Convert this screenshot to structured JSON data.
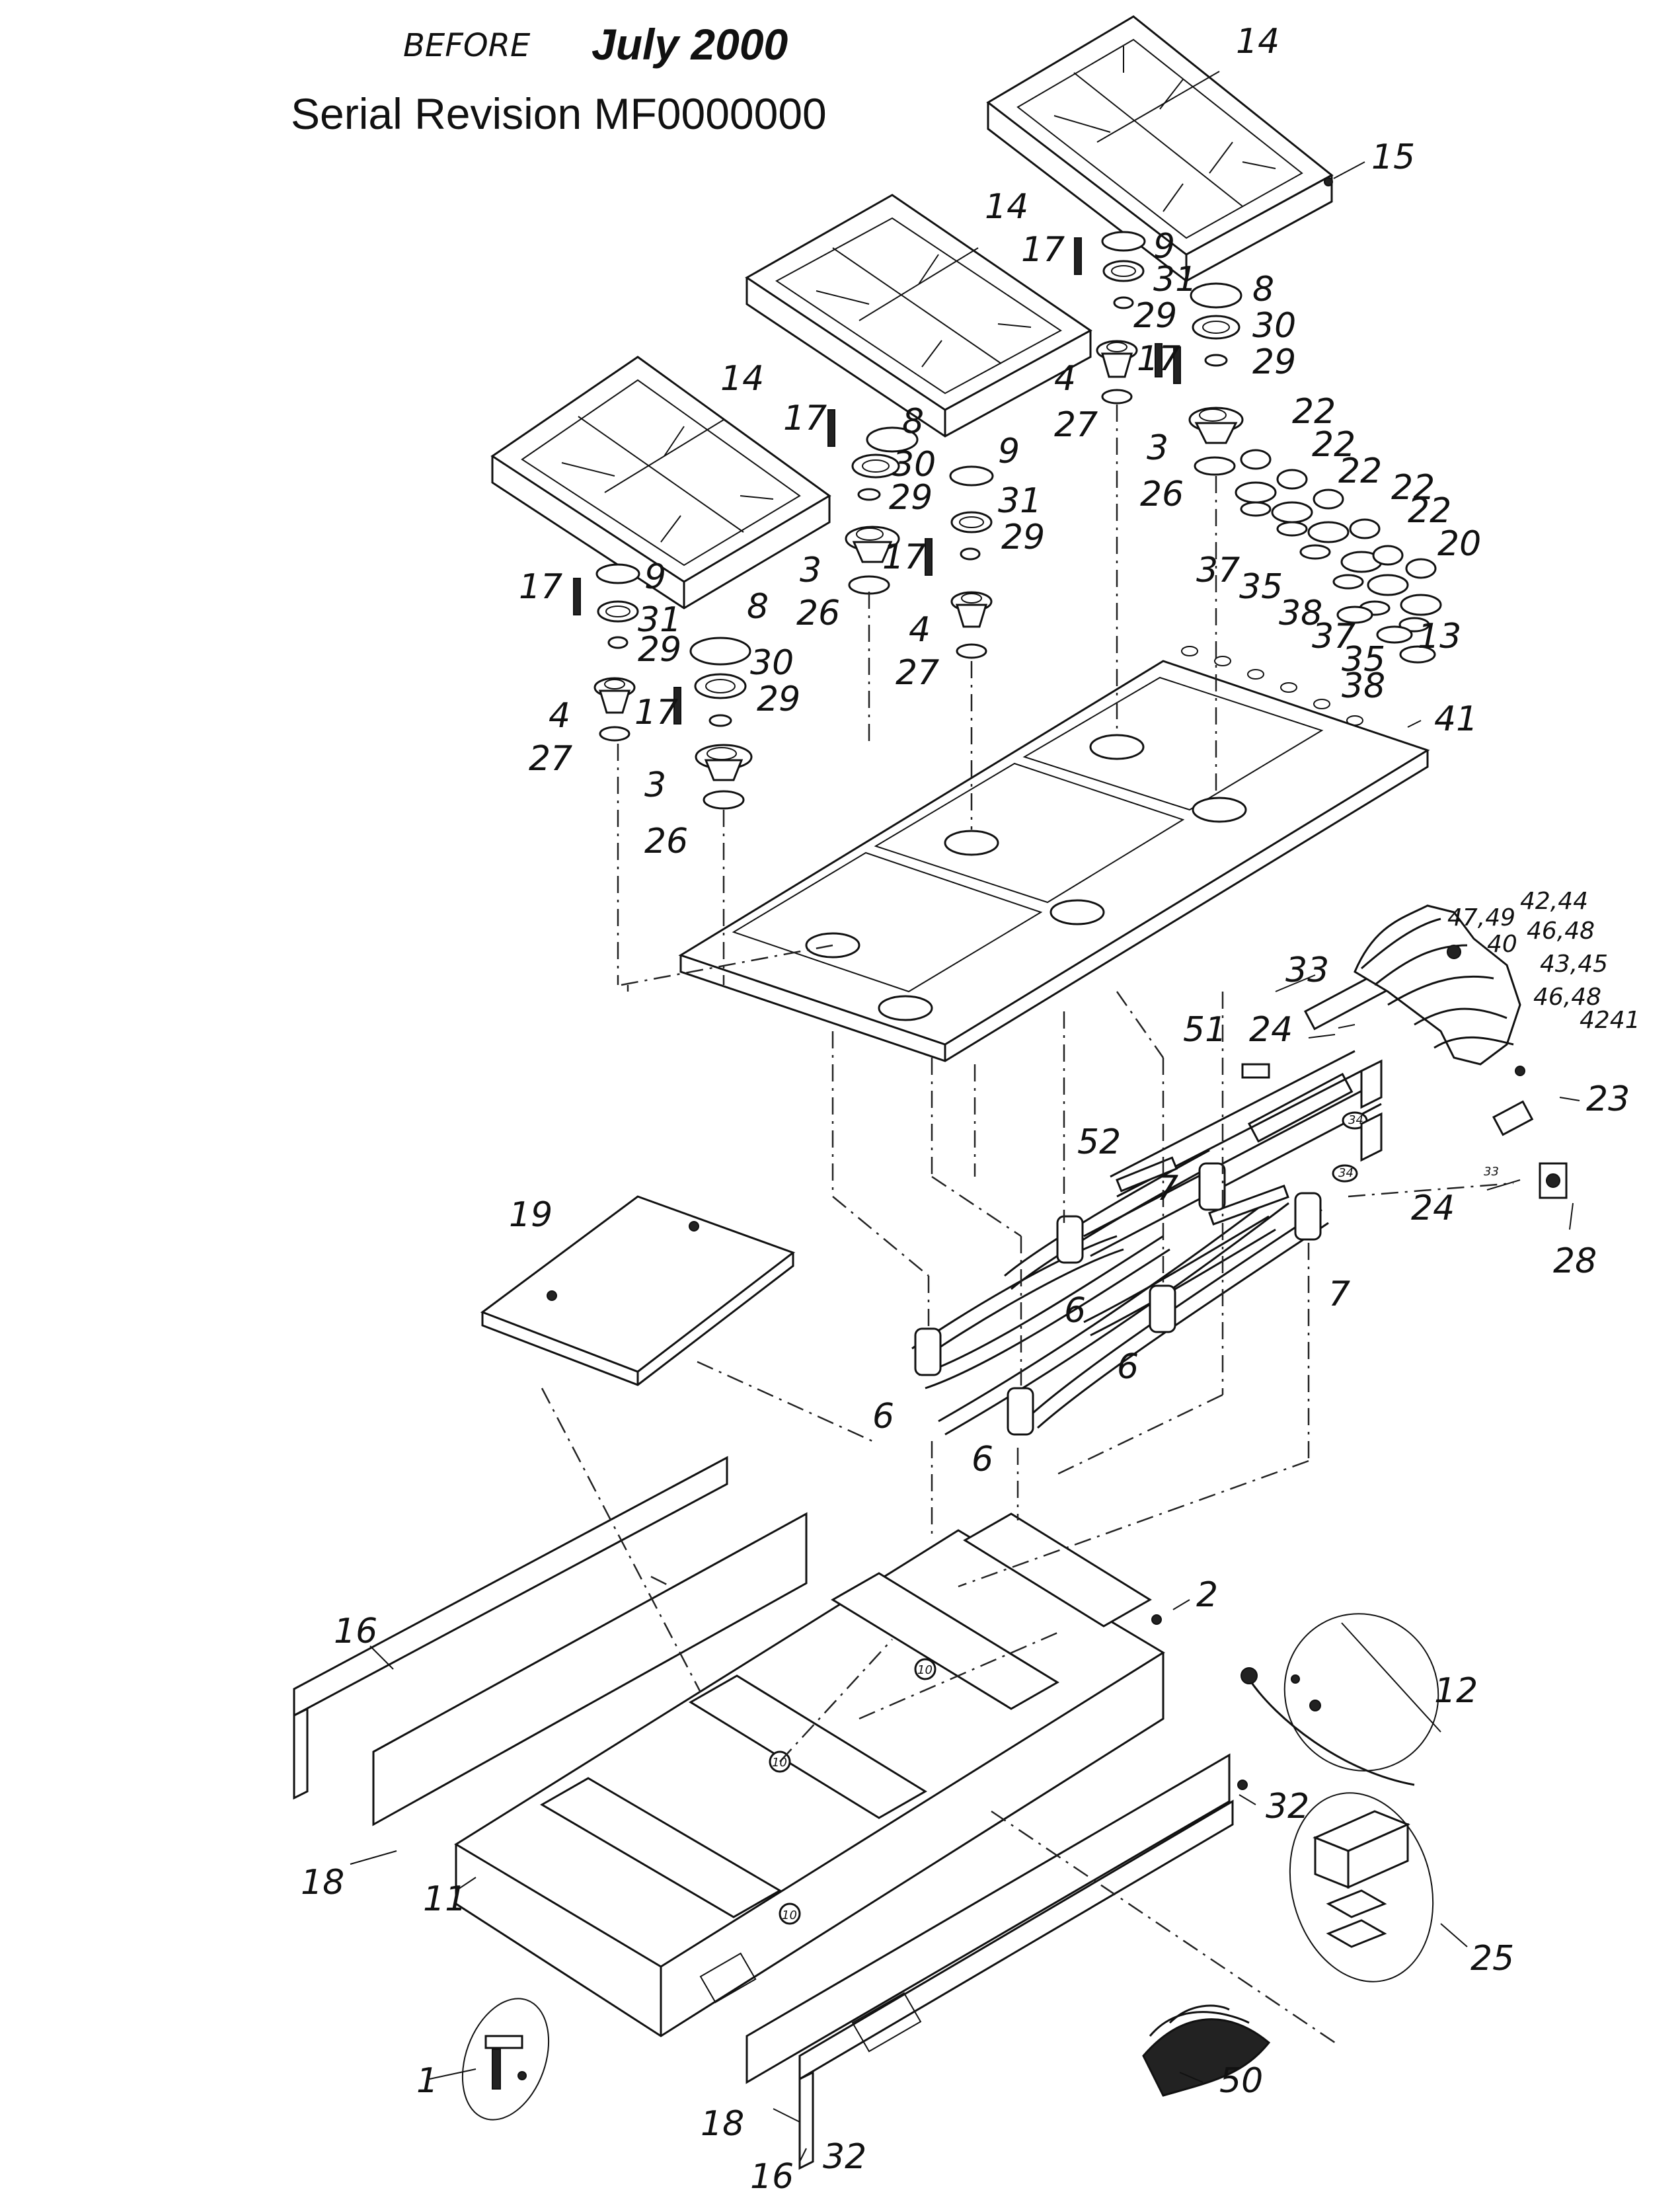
{
  "header": {
    "before_label": "BEFORE",
    "date_label": "July 2000",
    "serial_label": "Serial Revision MF0000000"
  },
  "callouts": [
    {
      "id": "c14a",
      "text": "14"
    },
    {
      "id": "c15",
      "text": "15"
    },
    {
      "id": "c14b",
      "text": "14"
    },
    {
      "id": "c14c",
      "text": "14"
    },
    {
      "id": "c17a",
      "text": "17"
    },
    {
      "id": "c9a",
      "text": "9"
    },
    {
      "id": "c31a",
      "text": "31"
    },
    {
      "id": "c29a",
      "text": "29"
    },
    {
      "id": "c8a",
      "text": "8"
    },
    {
      "id": "c30a",
      "text": "30"
    },
    {
      "id": "c29b",
      "text": "29"
    },
    {
      "id": "c4a",
      "text": "4"
    },
    {
      "id": "c17b",
      "text": "17"
    },
    {
      "id": "c27a",
      "text": "27"
    },
    {
      "id": "c3a",
      "text": "3"
    },
    {
      "id": "c26a",
      "text": "26"
    },
    {
      "id": "c17c",
      "text": "17"
    },
    {
      "id": "c8b",
      "text": "8"
    },
    {
      "id": "c30b",
      "text": "30"
    },
    {
      "id": "c29c",
      "text": "29"
    },
    {
      "id": "c9b",
      "text": "9"
    },
    {
      "id": "c31b",
      "text": "31"
    },
    {
      "id": "c29d",
      "text": "29"
    },
    {
      "id": "c3b",
      "text": "3"
    },
    {
      "id": "c26b",
      "text": "26"
    },
    {
      "id": "c17d",
      "text": "17"
    },
    {
      "id": "c4b",
      "text": "4"
    },
    {
      "id": "c27b",
      "text": "27"
    },
    {
      "id": "c17e",
      "text": "17"
    },
    {
      "id": "c9c",
      "text": "9"
    },
    {
      "id": "c31c",
      "text": "31"
    },
    {
      "id": "c29e",
      "text": "29"
    },
    {
      "id": "c8c",
      "text": "8"
    },
    {
      "id": "c30c",
      "text": "30"
    },
    {
      "id": "c29f",
      "text": "29"
    },
    {
      "id": "c4c",
      "text": "4"
    },
    {
      "id": "c27c",
      "text": "27"
    },
    {
      "id": "c17f",
      "text": "17"
    },
    {
      "id": "c3c",
      "text": "3"
    },
    {
      "id": "c26c",
      "text": "26"
    },
    {
      "id": "c22a",
      "text": "22"
    },
    {
      "id": "c22b",
      "text": "22"
    },
    {
      "id": "c22c",
      "text": "22"
    },
    {
      "id": "c22d",
      "text": "22"
    },
    {
      "id": "c22e",
      "text": "22"
    },
    {
      "id": "c20",
      "text": "20"
    },
    {
      "id": "c37a",
      "text": "37"
    },
    {
      "id": "c35a",
      "text": "35"
    },
    {
      "id": "c38a",
      "text": "38"
    },
    {
      "id": "c37b",
      "text": "37"
    },
    {
      "id": "c35b",
      "text": "35"
    },
    {
      "id": "c13",
      "text": "13"
    },
    {
      "id": "c38b",
      "text": "38"
    },
    {
      "id": "c41",
      "text": "41"
    },
    {
      "id": "c4749",
      "text": "47,49"
    },
    {
      "id": "c4244",
      "text": "42,44"
    },
    {
      "id": "c40",
      "text": "40"
    },
    {
      "id": "c4648a",
      "text": "46,48"
    },
    {
      "id": "c4345",
      "text": "43,45"
    },
    {
      "id": "c4648b",
      "text": "46,48"
    },
    {
      "id": "c4241",
      "text": "4241"
    },
    {
      "id": "c33",
      "text": "33"
    },
    {
      "id": "c24a",
      "text": "24"
    },
    {
      "id": "c51",
      "text": "51"
    },
    {
      "id": "c23",
      "text": "23"
    },
    {
      "id": "c52",
      "text": "52"
    },
    {
      "id": "c7a",
      "text": "7"
    },
    {
      "id": "c24b",
      "text": "24"
    },
    {
      "id": "c28",
      "text": "28"
    },
    {
      "id": "c7b",
      "text": "7"
    },
    {
      "id": "c19",
      "text": "19"
    },
    {
      "id": "c6a",
      "text": "6"
    },
    {
      "id": "c6b",
      "text": "6"
    },
    {
      "id": "c6c",
      "text": "6"
    },
    {
      "id": "c6d",
      "text": "6"
    },
    {
      "id": "c2",
      "text": "2"
    },
    {
      "id": "c12",
      "text": "12"
    },
    {
      "id": "c16a",
      "text": "16"
    },
    {
      "id": "c32a",
      "text": "32"
    },
    {
      "id": "c18a",
      "text": "18"
    },
    {
      "id": "c11",
      "text": "11"
    },
    {
      "id": "c25",
      "text": "25"
    },
    {
      "id": "c1",
      "text": "1"
    },
    {
      "id": "c50",
      "text": "50"
    },
    {
      "id": "c18b",
      "text": "18"
    },
    {
      "id": "c16b",
      "text": "16"
    },
    {
      "id": "c32b",
      "text": "32"
    },
    {
      "id": "c10a",
      "text": "10"
    },
    {
      "id": "c10b",
      "text": "10"
    },
    {
      "id": "c10c",
      "text": "10"
    },
    {
      "id": "c34a",
      "text": "34"
    },
    {
      "id": "c34b",
      "text": "34"
    },
    {
      "id": "c33s",
      "text": "33"
    }
  ],
  "colors": {
    "ink": "#111111",
    "paper": "#ffffff"
  }
}
